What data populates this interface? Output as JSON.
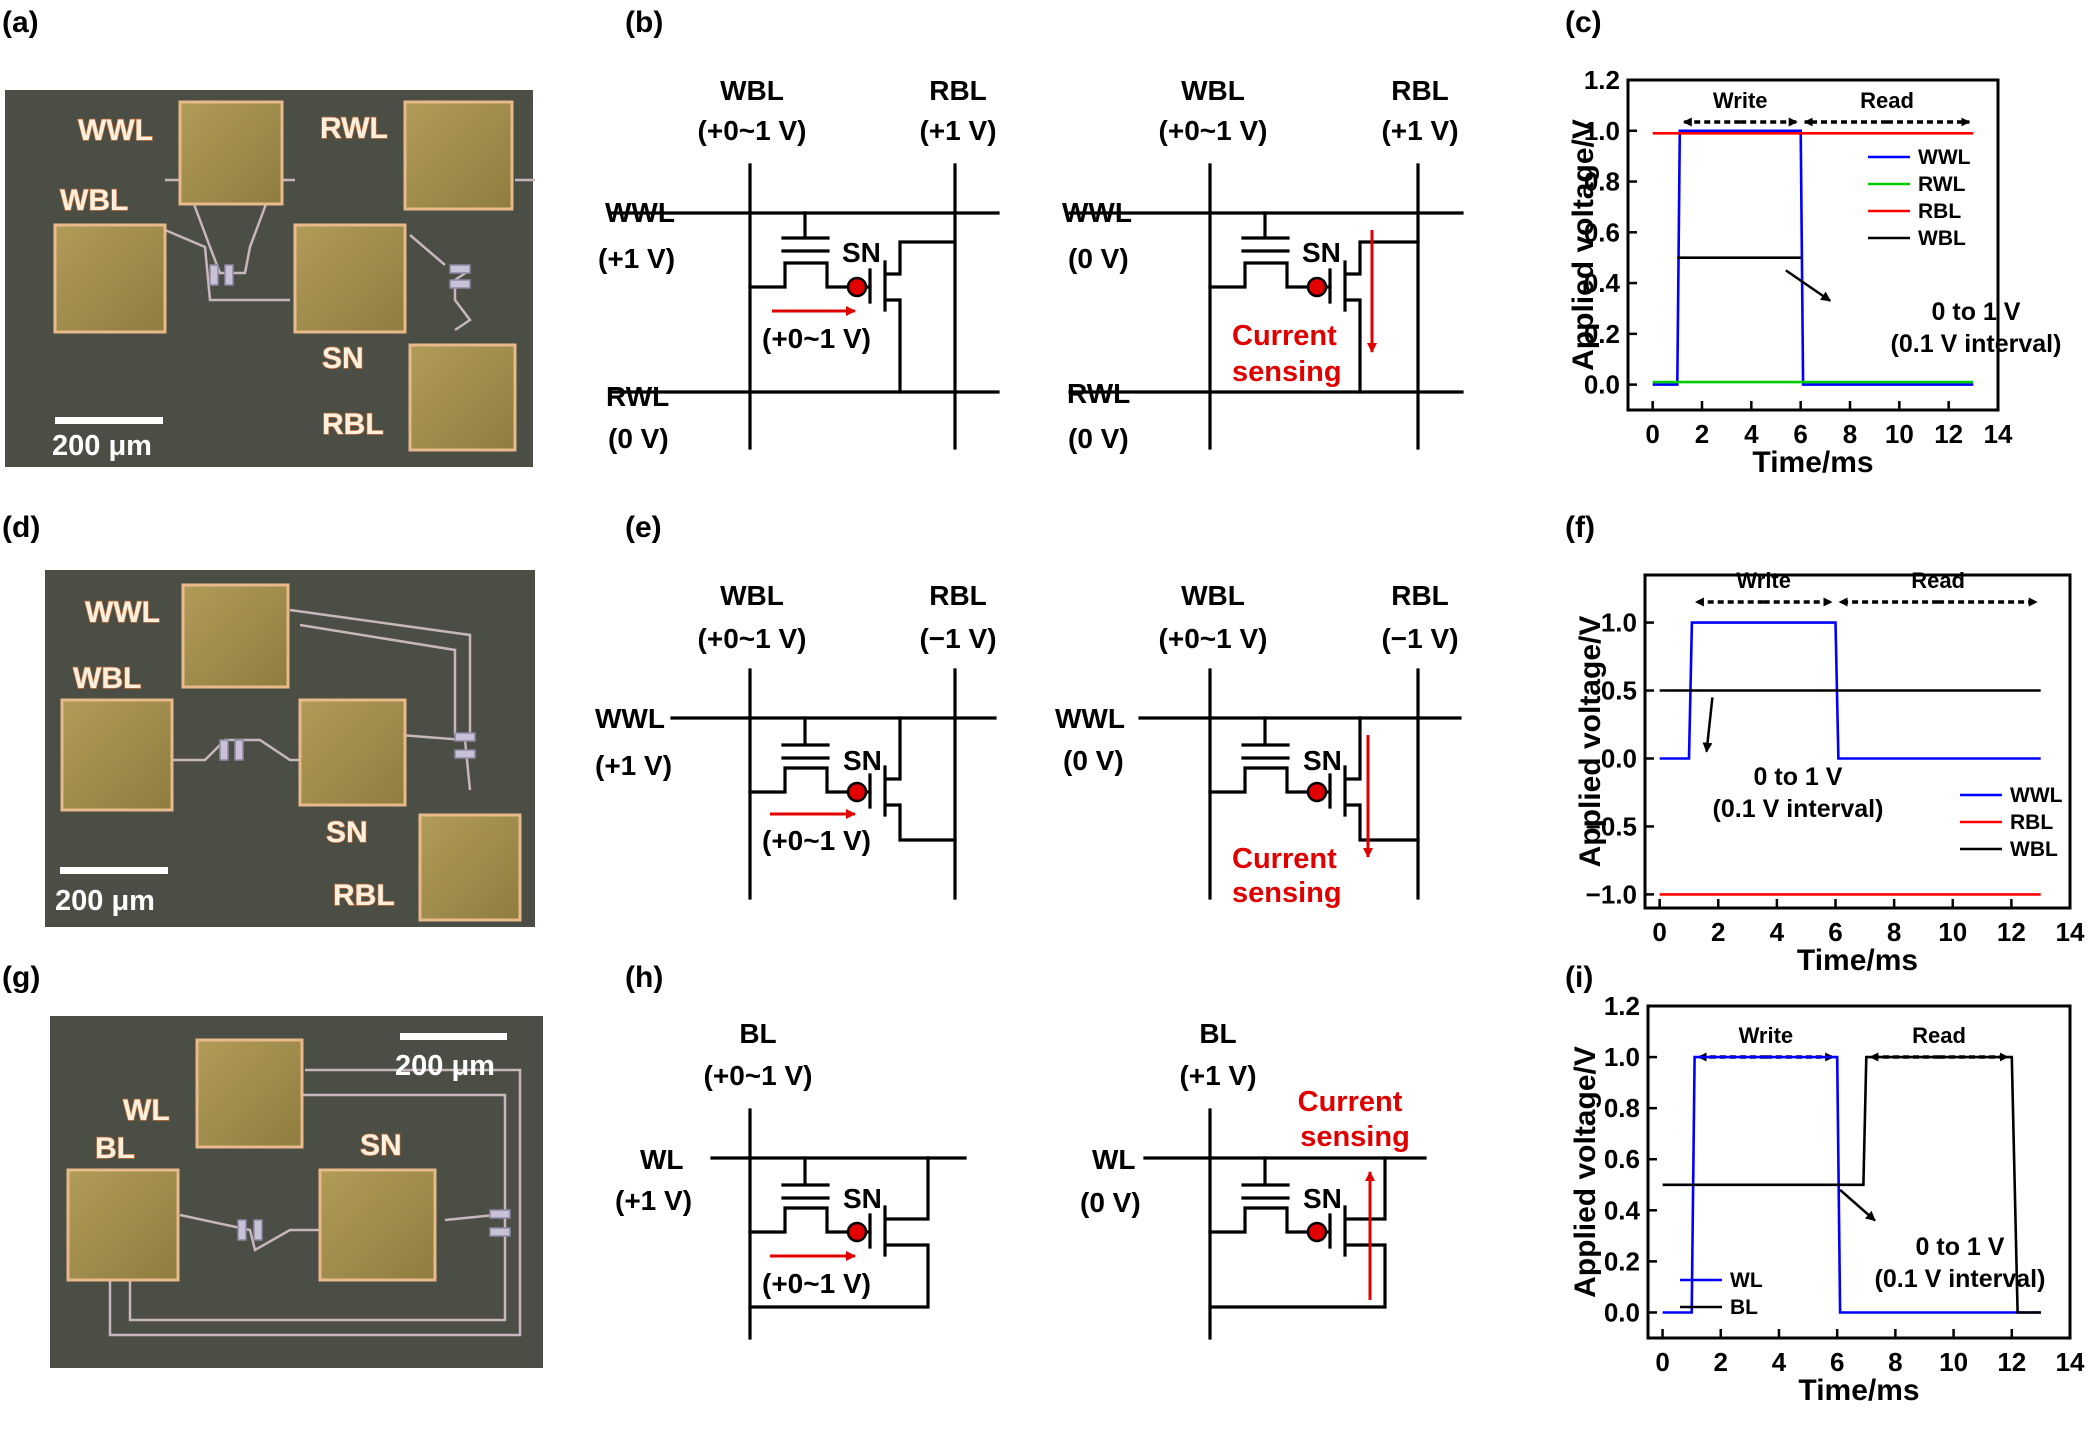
{
  "panel_labels": [
    "(a)",
    "(b)",
    "(c)",
    "(d)",
    "(e)",
    "(f)",
    "(g)",
    "(h)",
    "(i)"
  ],
  "micrographs": {
    "a": {
      "labels": [
        "WWL",
        "RWL",
        "WBL",
        "SN",
        "RBL"
      ],
      "scale_bar": "200 μm"
    },
    "d": {
      "labels": [
        "WWL",
        "WBL",
        "SN",
        "RBL"
      ],
      "scale_bar": "200 μm"
    },
    "g": {
      "labels": [
        "WL",
        "BL",
        "SN"
      ],
      "scale_bar": "200 μm"
    }
  },
  "circuits": {
    "b": {
      "left": {
        "col1": "WBL",
        "col1_v": "(+0~1 V)",
        "col2": "RBL",
        "col2_v": "(+1 V)",
        "row1": "WWL",
        "row1_v": "(+1 V)",
        "row2": "RWL",
        "row2_v": "(0 V)",
        "node": "SN",
        "arrow_text": "(+0~1 V)"
      },
      "right": {
        "col1": "WBL",
        "col1_v": "(+0~1 V)",
        "col2": "RBL",
        "col2_v": "(+1 V)",
        "row1": "WWL",
        "row1_v": "(0 V)",
        "row2": "RWL",
        "row2_v": "(0 V)",
        "node": "SN",
        "sense1": "Current",
        "sense2": "sensing"
      }
    },
    "e": {
      "left": {
        "col1": "WBL",
        "col1_v": "(+0~1 V)",
        "col2": "RBL",
        "col2_v": "(−1 V)",
        "row1": "WWL",
        "row1_v": "(+1 V)",
        "node": "SN",
        "arrow_text": "(+0~1 V)"
      },
      "right": {
        "col1": "WBL",
        "col1_v": "(+0~1 V)",
        "col2": "RBL",
        "col2_v": "(−1 V)",
        "row1": "WWL",
        "row1_v": "(0 V)",
        "node": "SN",
        "sense1": "Current",
        "sense2": "sensing"
      }
    },
    "h": {
      "left": {
        "col1": "BL",
        "col1_v": "(+0~1 V)",
        "row1": "WL",
        "row1_v": "(+1 V)",
        "node": "SN",
        "arrow_text": "(+0~1 V)"
      },
      "right": {
        "col1": "BL",
        "col1_v": "(+1 V)",
        "row1": "WL",
        "row1_v": "(0 V)",
        "node": "SN",
        "sense1": "Current",
        "sense2": "sensing"
      }
    }
  },
  "colors": {
    "blue": "#0000ff",
    "green": "#00cc00",
    "red": "#ff0000",
    "black": "#000000",
    "sense_red": "#e00000",
    "node_red": "#e00000"
  },
  "chart_data": [
    {
      "panel": "(c)",
      "type": "line",
      "xlabel": "Time/ms",
      "ylabel": "Applied voltage/V",
      "xlim": [
        -1,
        14
      ],
      "ylim": [
        -0.1,
        1.2
      ],
      "xticks": [
        "0",
        "2",
        "4",
        "6",
        "8",
        "10",
        "12",
        "14"
      ],
      "yticks": [
        "0.0",
        "0.2",
        "0.4",
        "0.6",
        "0.8",
        "1.0",
        "1.2"
      ],
      "phases": [
        "Write",
        "Read"
      ],
      "annotation": [
        "0 to 1 V",
        "(0.1 V interval)"
      ],
      "legend_position": "top-right",
      "series": [
        {
          "name": "WWL",
          "color": "#0000ff",
          "x": [
            0,
            1,
            1.1,
            6,
            6.1,
            13
          ],
          "y": [
            0,
            0,
            1,
            1,
            0,
            0
          ]
        },
        {
          "name": "RWL",
          "color": "#00cc00",
          "x": [
            0,
            13
          ],
          "y": [
            0.01,
            0.01
          ]
        },
        {
          "name": "RBL",
          "color": "#ff0000",
          "x": [
            0,
            13
          ],
          "y": [
            0.99,
            0.99
          ]
        },
        {
          "name": "WBL",
          "color": "#000000",
          "x": [
            1,
            6
          ],
          "y": [
            0.5,
            0.5
          ]
        }
      ]
    },
    {
      "panel": "(f)",
      "type": "line",
      "xlabel": "Time/ms",
      "ylabel": "Applied voltage/V",
      "xlim": [
        -0.5,
        14
      ],
      "ylim": [
        -1.1,
        1.35
      ],
      "xticks": [
        "0",
        "2",
        "4",
        "6",
        "8",
        "10",
        "12",
        "14"
      ],
      "yticks": [
        "−1.0",
        "−0.5",
        "0.0",
        "0.5",
        "1.0"
      ],
      "phases": [
        "Write",
        "Read"
      ],
      "annotation": [
        "0 to 1 V",
        "(0.1 V interval)"
      ],
      "legend_position": "bottom-right",
      "series": [
        {
          "name": "WWL",
          "color": "#0000ff",
          "x": [
            0,
            1,
            1.1,
            6,
            6.1,
            13
          ],
          "y": [
            0,
            0,
            1,
            1,
            0,
            0
          ]
        },
        {
          "name": "RBL",
          "color": "#ff0000",
          "x": [
            0,
            13
          ],
          "y": [
            -1,
            -1
          ]
        },
        {
          "name": "WBL",
          "color": "#000000",
          "x": [
            0,
            13
          ],
          "y": [
            0.5,
            0.5
          ]
        }
      ]
    },
    {
      "panel": "(i)",
      "type": "line",
      "xlabel": "Time/ms",
      "ylabel": "Applied voltage/V",
      "xlim": [
        -0.5,
        14
      ],
      "ylim": [
        -0.1,
        1.2
      ],
      "xticks": [
        "0",
        "2",
        "4",
        "6",
        "8",
        "10",
        "12",
        "14"
      ],
      "yticks": [
        "0.0",
        "0.2",
        "0.4",
        "0.6",
        "0.8",
        "1.0",
        "1.2"
      ],
      "phases": [
        "Write",
        "Read"
      ],
      "annotation": [
        "0 to 1 V",
        "(0.1 V interval)"
      ],
      "legend_position": "bottom-left",
      "series": [
        {
          "name": "WL",
          "color": "#0000ff",
          "x": [
            0,
            1,
            1.1,
            6,
            6.1,
            13
          ],
          "y": [
            0,
            0,
            1,
            1,
            0,
            0
          ]
        },
        {
          "name": "BL",
          "color": "#000000",
          "x": [
            0,
            6.5,
            6.9,
            7,
            12,
            12.2,
            13
          ],
          "y": [
            0.5,
            0.5,
            0.5,
            1,
            1,
            0,
            0
          ]
        }
      ]
    }
  ]
}
